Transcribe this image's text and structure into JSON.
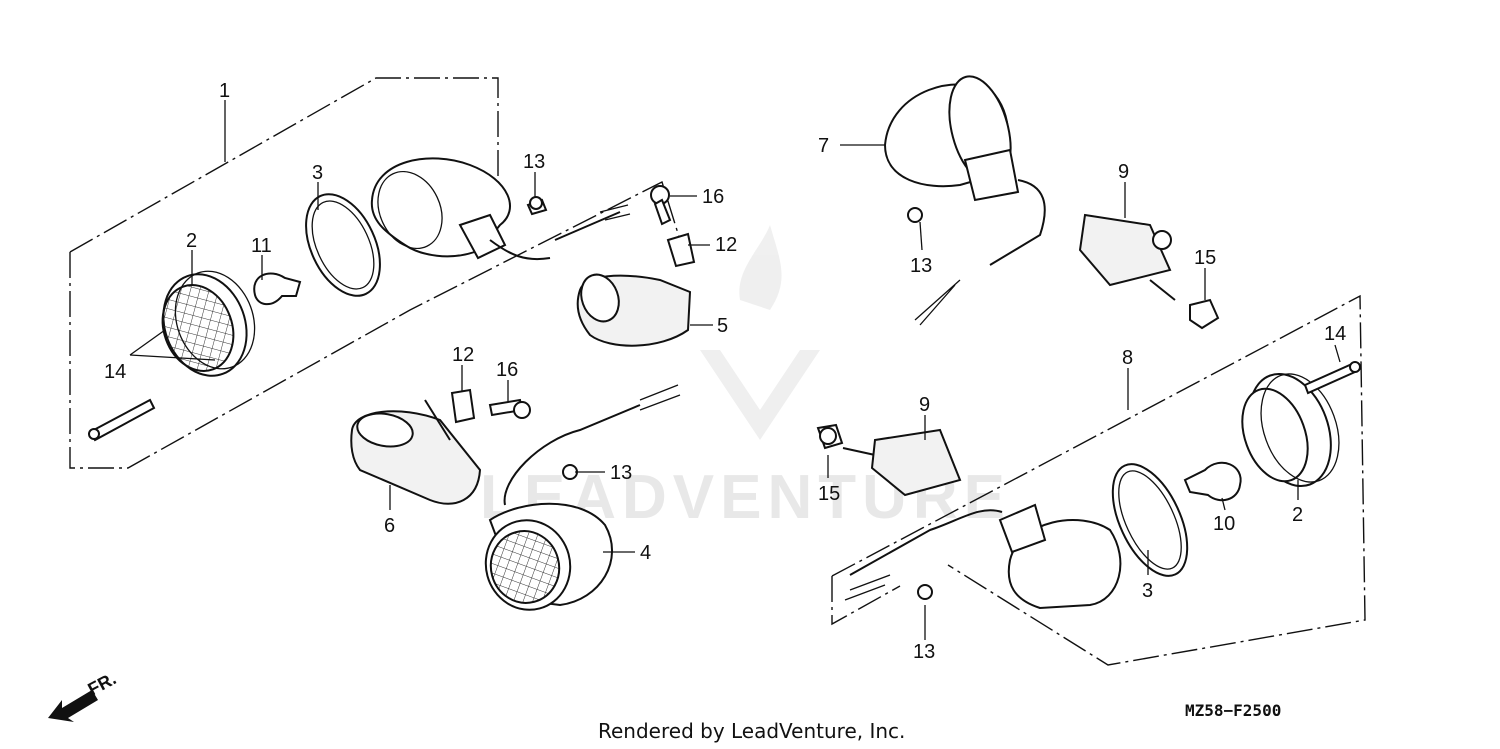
{
  "diagram_code": "MZ58−F2500",
  "credit": "Rendered by LeadVenture, Inc.",
  "direction_label": "FR.",
  "watermark": "LEADVENTURE",
  "callouts": [
    "1",
    "2",
    "3",
    "11",
    "14",
    "13",
    "16",
    "12",
    "5",
    "12",
    "16",
    "6",
    "13",
    "4",
    "7",
    "13",
    "9",
    "15",
    "8",
    "14",
    "9",
    "15",
    "3",
    "10",
    "2",
    "13"
  ]
}
